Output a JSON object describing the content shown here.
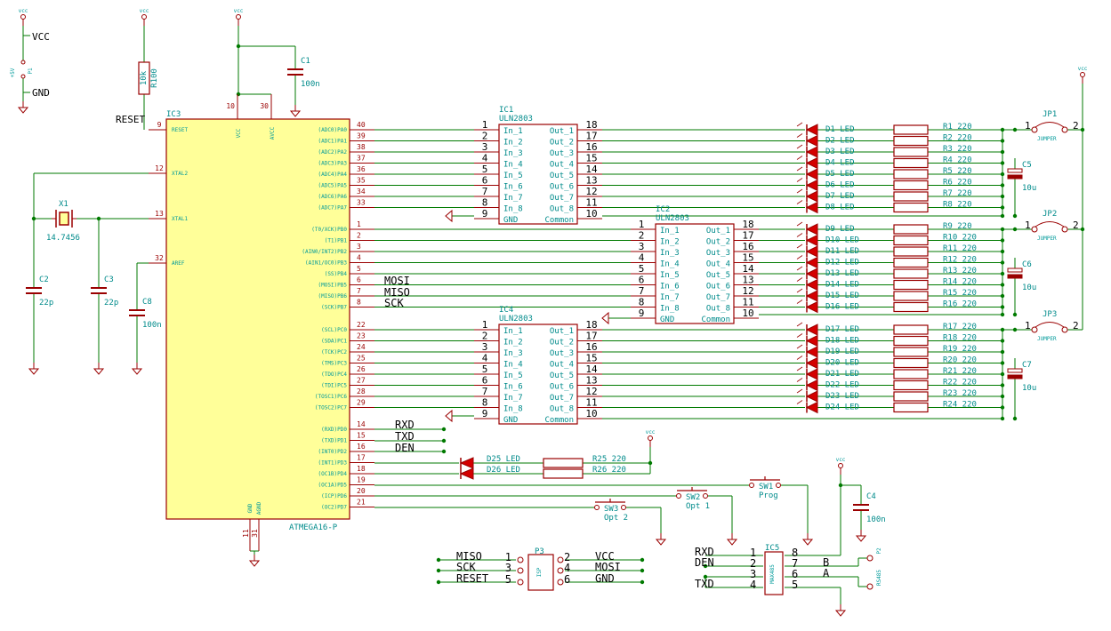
{
  "power": {
    "vcc": "VCC",
    "gnd": "GND",
    "p1": "P1",
    "plus5v": "+5V",
    "vcc_small": "vcc"
  },
  "reset": {
    "label": "RESET",
    "r": "R100",
    "rval": "10k"
  },
  "ic3": {
    "ref": "IC3",
    "name": "ATMEGA16-P",
    "top_pins": [
      {
        "num": "10",
        "name": "VCC"
      },
      {
        "num": "30",
        "name": "AVCC"
      }
    ],
    "bottom_pins": [
      {
        "num": "11",
        "name": "GND"
      },
      {
        "num": "31",
        "name": "AGND"
      }
    ],
    "left_pins": [
      {
        "num": "9",
        "name": "RESET"
      },
      {
        "num": "12",
        "name": "XTAL2"
      },
      {
        "num": "13",
        "name": "XTAL1"
      },
      {
        "num": "32",
        "name": "AREF"
      }
    ],
    "right_pins": [
      {
        "num": "40",
        "name": "(ADC0)PA0"
      },
      {
        "num": "39",
        "name": "(ADC1)PA1"
      },
      {
        "num": "38",
        "name": "(ADC2)PA2"
      },
      {
        "num": "37",
        "name": "(ADC3)PA3"
      },
      {
        "num": "36",
        "name": "(ADC4)PA4"
      },
      {
        "num": "35",
        "name": "(ADC5)PA5"
      },
      {
        "num": "34",
        "name": "(ADC6)PA6"
      },
      {
        "num": "33",
        "name": "(ADC7)PA7"
      },
      {
        "num": "1",
        "name": "(T0/XCK)PB0"
      },
      {
        "num": "2",
        "name": "(T1)PB1"
      },
      {
        "num": "3",
        "name": "(AIN0/INT2)PB2"
      },
      {
        "num": "4",
        "name": "(AIN1/OC0)PB3"
      },
      {
        "num": "5",
        "name": "(SS)PB4"
      },
      {
        "num": "6",
        "name": "(MOSI)PB5"
      },
      {
        "num": "7",
        "name": "(MISO)PB6"
      },
      {
        "num": "8",
        "name": "(SCK)PB7"
      },
      {
        "num": "22",
        "name": "(SCL)PC0"
      },
      {
        "num": "23",
        "name": "(SDA)PC1"
      },
      {
        "num": "24",
        "name": "(TCK)PC2"
      },
      {
        "num": "25",
        "name": "(TMS)PC3"
      },
      {
        "num": "26",
        "name": "(TDO)PC4"
      },
      {
        "num": "27",
        "name": "(TDI)PC5"
      },
      {
        "num": "28",
        "name": "(TOSC1)PC6"
      },
      {
        "num": "29",
        "name": "(TOSC2)PC7"
      },
      {
        "num": "14",
        "name": "(RXD)PD0"
      },
      {
        "num": "15",
        "name": "(TXD)PD1"
      },
      {
        "num": "16",
        "name": "(INT0)PD2"
      },
      {
        "num": "17",
        "name": "(INT1)PD3"
      },
      {
        "num": "18",
        "name": "(OC1B)PD4"
      },
      {
        "num": "19",
        "name": "(OC1A)PD5"
      },
      {
        "num": "20",
        "name": "(ICP)PD6"
      },
      {
        "num": "21",
        "name": "(OC2)PD7"
      }
    ]
  },
  "crystal": {
    "ref": "X1",
    "value": "14.7456"
  },
  "caps": [
    {
      "ref": "C1",
      "value": "100n"
    },
    {
      "ref": "C2",
      "value": "22p"
    },
    {
      "ref": "C3",
      "value": "22p"
    },
    {
      "ref": "C8",
      "value": "100n"
    },
    {
      "ref": "C4",
      "value": "100n"
    },
    {
      "ref": "C5",
      "value": "10u"
    },
    {
      "ref": "C6",
      "value": "10u"
    },
    {
      "ref": "C7",
      "value": "10u"
    }
  ],
  "uln": [
    {
      "ref": "IC1",
      "name": "ULN2803"
    },
    {
      "ref": "IC2",
      "name": "ULN2803"
    },
    {
      "ref": "IC4",
      "name": "ULN2803"
    }
  ],
  "uln_pins": {
    "inputs": [
      {
        "num": "1",
        "name": "In_1"
      },
      {
        "num": "2",
        "name": "In_2"
      },
      {
        "num": "3",
        "name": "In_3"
      },
      {
        "num": "4",
        "name": "In_4"
      },
      {
        "num": "5",
        "name": "In_5"
      },
      {
        "num": "6",
        "name": "In_6"
      },
      {
        "num": "7",
        "name": "In_7"
      },
      {
        "num": "8",
        "name": "In_8"
      },
      {
        "num": "9",
        "name": "GND"
      }
    ],
    "outputs": [
      {
        "num": "18",
        "name": "Out_1"
      },
      {
        "num": "17",
        "name": "Out_2"
      },
      {
        "num": "16",
        "name": "Out_3"
      },
      {
        "num": "15",
        "name": "Out_4"
      },
      {
        "num": "14",
        "name": "Out_5"
      },
      {
        "num": "13",
        "name": "Out_6"
      },
      {
        "num": "12",
        "name": "Out_7"
      },
      {
        "num": "11",
        "name": "Out_8"
      },
      {
        "num": "10",
        "name": "Common"
      }
    ]
  },
  "leds": [
    "D1 LED",
    "D2 LED",
    "D3 LED",
    "D4 LED",
    "D5 LED",
    "D6 LED",
    "D7 LED",
    "D8 LED",
    "D9 LED",
    "D10 LED",
    "D11 LED",
    "D12 LED",
    "D13 LED",
    "D14 LED",
    "D15 LED",
    "D16 LED",
    "D17 LED",
    "D18 LED",
    "D19 LED",
    "D20 LED",
    "D21 LED",
    "D22 LED",
    "D23 LED",
    "D24 LED"
  ],
  "resistors": [
    "R1 220",
    "R2 220",
    "R3 220",
    "R4 220",
    "R5 220",
    "R6 220",
    "R7 220",
    "R8 220",
    "R9 220",
    "R10 220",
    "R11 220",
    "R12 220",
    "R13 220",
    "R14 220",
    "R15 220",
    "R16 220",
    "R17 220",
    "R18 220",
    "R19 220",
    "R20 220",
    "R21 220",
    "R22 220",
    "R23 220",
    "R24 220"
  ],
  "jumpers": [
    {
      "ref": "JP1",
      "label": "JUMPER"
    },
    {
      "ref": "JP2",
      "label": "JUMPER"
    },
    {
      "ref": "JP3",
      "label": "JUMPER"
    }
  ],
  "nets": {
    "mosi": "MOSI",
    "miso": "MISO",
    "sck": "SCK",
    "rxd": "RXD",
    "txd": "TXD",
    "den": "DEN"
  },
  "status_leds": {
    "d25": "D25 LED",
    "d26": "D26 LED",
    "r25": "R25 220",
    "r26": "R26 220"
  },
  "switches": [
    {
      "ref": "SW1",
      "label": "Prog"
    },
    {
      "ref": "SW2",
      "label": "Opt 1"
    },
    {
      "ref": "SW3",
      "label": "Opt 2"
    }
  ],
  "isp": {
    "ref": "P3",
    "name": "ISP",
    "left": [
      {
        "net": "MISO",
        "pin": "1"
      },
      {
        "net": "SCK",
        "pin": "3"
      },
      {
        "net": "RESET",
        "pin": "5"
      }
    ],
    "right": [
      {
        "net": "VCC",
        "pin": "2"
      },
      {
        "net": "MOSI",
        "pin": "4"
      },
      {
        "net": "GND",
        "pin": "6"
      }
    ]
  },
  "ic5": {
    "ref": "IC5",
    "name": "MAX485",
    "left": [
      {
        "net": "RXD",
        "pin": "1"
      },
      {
        "net": "DEN",
        "pin": "2"
      },
      {
        "net": "",
        "pin": "3"
      },
      {
        "net": "TXD",
        "pin": "4"
      }
    ],
    "right": [
      {
        "net": "",
        "pin": "8"
      },
      {
        "net": "B",
        "pin": "7"
      },
      {
        "net": "A",
        "pin": "6"
      },
      {
        "net": "",
        "pin": "5"
      }
    ]
  },
  "p2": {
    "ref": "P2",
    "name": "RS485"
  }
}
